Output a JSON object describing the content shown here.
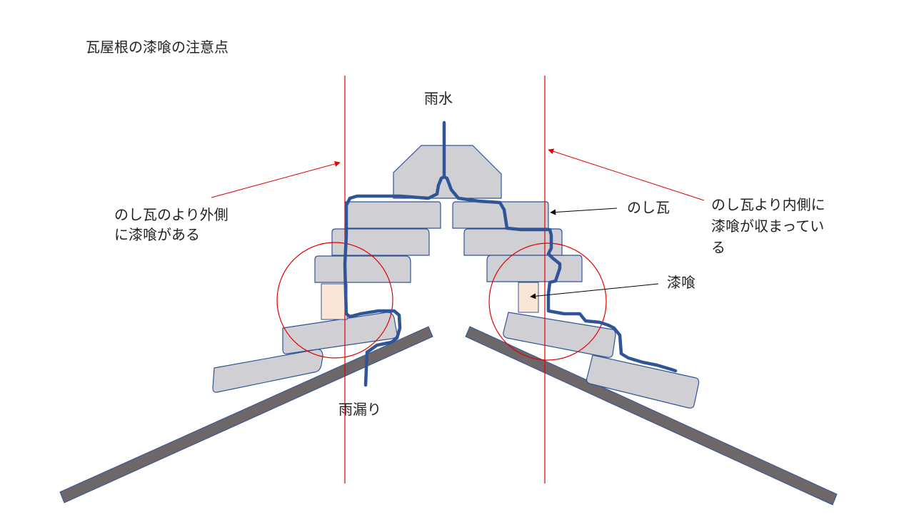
{
  "title": "瓦屋根の漆喰の注意点",
  "labels": {
    "rainwater": "雨水",
    "leak": "雨漏り",
    "noshi_gawara": "のし瓦",
    "shikkui": "漆喰",
    "left_note_line1": "のし瓦のより外側",
    "left_note_line2": "に漆喰がある",
    "right_note_line1": "のし瓦より内側に",
    "right_note_line2": "漆喰が収まってい",
    "right_note_line3": "る"
  },
  "colors": {
    "tile_fill": "#d0cfd4",
    "tile_stroke": "#2f5597",
    "roof_board": "#6e6769",
    "plaster_fill": "#fbe5d6",
    "water_path": "#2f5597",
    "guide_line": "#e00000",
    "pointer_arrow": "#000000"
  }
}
